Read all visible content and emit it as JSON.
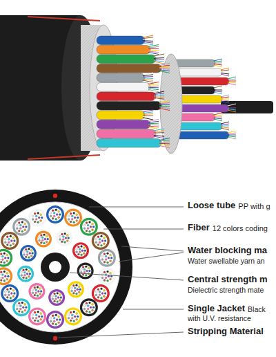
{
  "diagram": {
    "labels": [
      "Loose tube",
      "PP with g",
      "Fiber",
      "12 colors coding",
      "Water blocking ma",
      "Water swellable yarn an",
      "Central strength m",
      "Dielectric strength mate",
      "Single Jacket",
      "Black",
      "with U.V. resistance",
      "Stripping Material"
    ]
  }
}
